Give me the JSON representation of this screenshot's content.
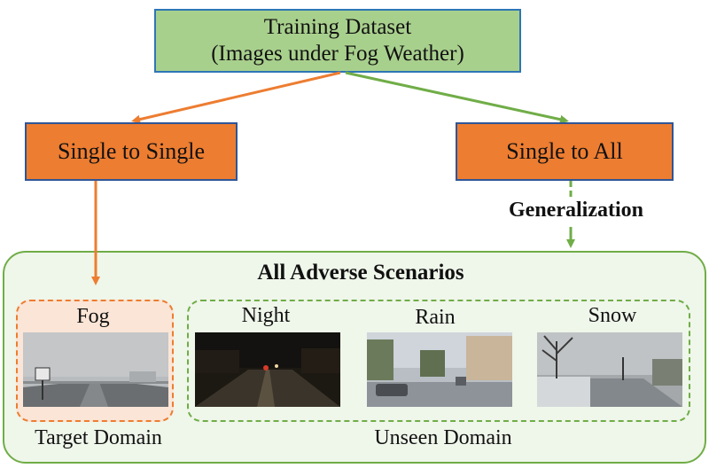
{
  "training": {
    "line1": "Training Dataset",
    "line2": "(Images under Fog Weather)"
  },
  "single_to_single": "Single to Single",
  "single_to_all": "Single to All",
  "generalization": "Generalization",
  "adverse_title": "All Adverse Scenarios",
  "scenarios": {
    "fog": "Fog",
    "night": "Night",
    "rain": "Rain",
    "snow": "Snow"
  },
  "target_domain": "Target Domain",
  "unseen_domain": "Unseen Domain",
  "colors": {
    "orange": "#ed7d31",
    "green": "#70ad47",
    "box_green": "#a8d08d",
    "blue_border": "#2f5597"
  }
}
